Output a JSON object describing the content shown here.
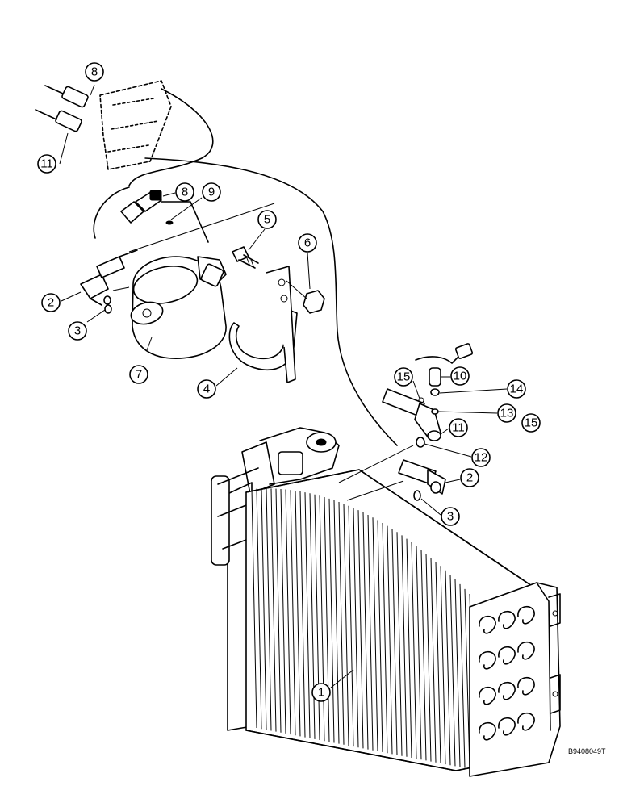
{
  "figure_ref": "B9408049T",
  "callouts": [
    {
      "id": "c1",
      "label": "1"
    },
    {
      "id": "c2a",
      "label": "2"
    },
    {
      "id": "c2b",
      "label": "2"
    },
    {
      "id": "c3a",
      "label": "3"
    },
    {
      "id": "c3b",
      "label": "3"
    },
    {
      "id": "c4",
      "label": "4"
    },
    {
      "id": "c5",
      "label": "5"
    },
    {
      "id": "c6",
      "label": "6"
    },
    {
      "id": "c7",
      "label": "7"
    },
    {
      "id": "c8a",
      "label": "8"
    },
    {
      "id": "c8b",
      "label": "8"
    },
    {
      "id": "c9",
      "label": "9"
    },
    {
      "id": "c10",
      "label": "10"
    },
    {
      "id": "c11a",
      "label": "11"
    },
    {
      "id": "c11b",
      "label": "11"
    },
    {
      "id": "c12",
      "label": "12"
    },
    {
      "id": "c13",
      "label": "13"
    },
    {
      "id": "c14",
      "label": "14"
    },
    {
      "id": "c15a",
      "label": "15"
    },
    {
      "id": "c15b",
      "label": "15"
    }
  ]
}
